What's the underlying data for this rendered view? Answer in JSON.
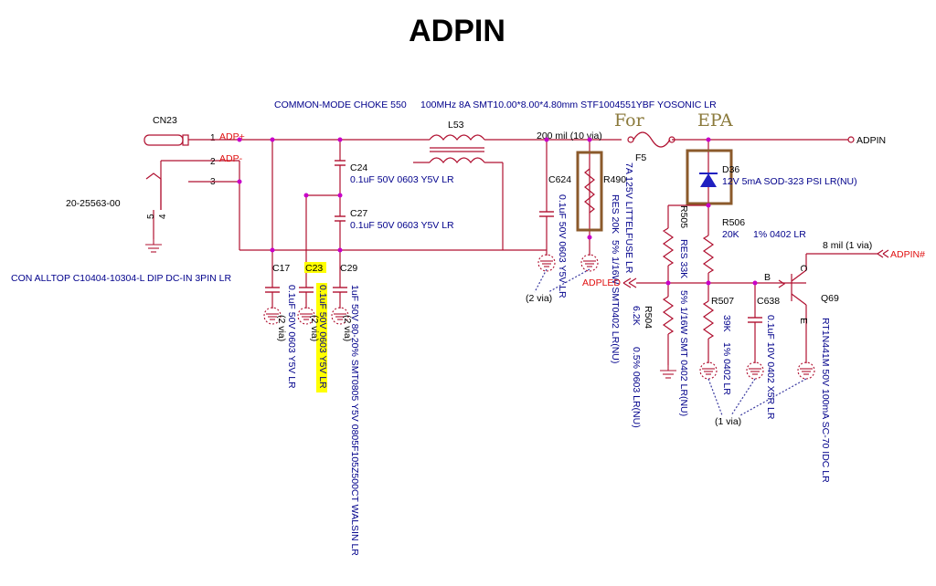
{
  "title": "ADPIN",
  "header_notes": {
    "choke": "COMMON-MODE CHOKE 550",
    "choke_spec": "100MHz 8A SMT10.00*8.00*4.80mm STF1004551YBF YOSONIC LR",
    "handwritten_note_for": "For",
    "handwritten_note_epa": "EPA"
  },
  "connector": {
    "ref": "CN23",
    "pin1": "1",
    "pin2": "2",
    "pin3": "3",
    "pin4": "4",
    "pin5": "5",
    "part_number": "20-25563-00",
    "description": "CON ALLTOP C10404-10304-L DIP DC-IN 3PIN LR"
  },
  "nets": {
    "adp_plus": "ADP+",
    "adp_minus": "ADP-",
    "adpin": "ADPIN",
    "adpin_hash": "ADPIN#",
    "adpled": "ADPLED"
  },
  "trace_notes": {
    "mil200": "200 mil (10 via)",
    "mil8": "8 mil (1 via)",
    "via2": "(2 via)",
    "via1": "(1 via)"
  },
  "components": {
    "l53": "L53",
    "c24": {
      "ref": "C24",
      "value": "0.1uF 50V 0603 Y5V LR"
    },
    "c27": {
      "ref": "C27",
      "value": "0.1uF 50V 0603 Y5V LR"
    },
    "c17": {
      "ref": "C17",
      "value": "0.1uF 50V 0603 Y5V LR",
      "via": "(2 via)"
    },
    "c23": {
      "ref": "C23",
      "value": "0.1uF 50V 0603 Y5V LR",
      "via": "(2 via)"
    },
    "c29": {
      "ref": "C29",
      "value": "1uF 50V 80-20% SMT0805 Y5V 0805F105Z500CT WALSIN LR",
      "via": "(2 via)"
    },
    "c624": {
      "ref": "C624",
      "value": "0.1uF 50V 0603 Y5V LR"
    },
    "r490": {
      "ref": "R490",
      "value1": "RES 20K",
      "value2": "5% 1/16W SMT0402 LR(NU)"
    },
    "f5": {
      "ref": "F5",
      "value": "7A 125V LITTELFUSE LR"
    },
    "d36": {
      "ref": "D36",
      "value": "12V 5mA SOD-323 PSI LR(NU)"
    },
    "r506": {
      "ref": "R506",
      "value1": "20K",
      "value2": "1% 0402 LR"
    },
    "r505": {
      "ref": "R505",
      "value1": "RES 33K",
      "value2": "5% 1/16W SMT 0402 LR(NU)"
    },
    "r504": {
      "ref": "R504",
      "value1": "6.2K",
      "value2": "0.5% 0603 LR(NU)"
    },
    "r507": {
      "ref": "R507",
      "value1": "39K",
      "value2": "1% 0402 LR"
    },
    "c638": {
      "ref": "C638",
      "value": "0.1uF 10V 0402 X5R LR"
    },
    "q69": {
      "ref": "Q69",
      "value": "RT1N441M 50V 100mA SC-70 IDC LR",
      "pin_b": "B",
      "pin_c": "C",
      "pin_e": "E"
    }
  },
  "colors": {
    "wire": "#b01030",
    "junction": "#c800c8",
    "net_label": "#e01010",
    "text_blue": "#00008b",
    "highlight": "#ffff00",
    "annotation_box": "#8b5a2b"
  }
}
